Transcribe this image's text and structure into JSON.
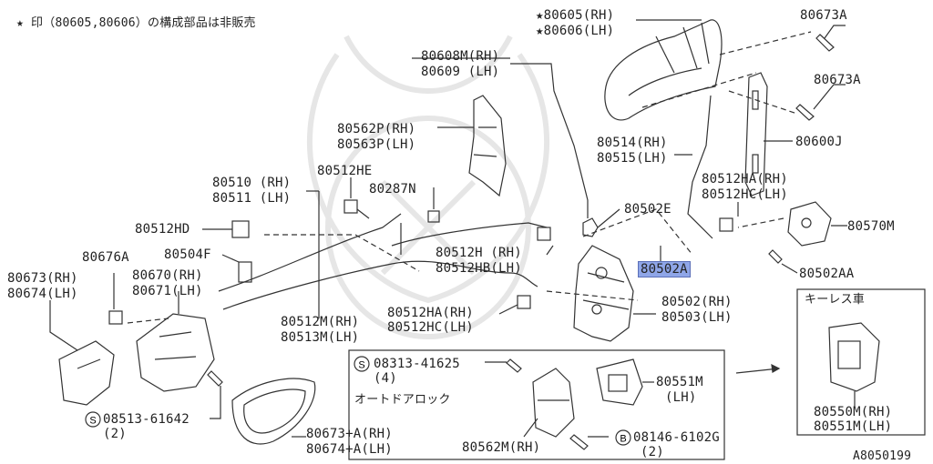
{
  "note": "★ 印（80605,80606）の構成部品は非販売",
  "labels": {
    "p80605": "★80605(RH)",
    "p80606": "★80606(LH)",
    "p80673A_1": "80673A",
    "p80673A_2": "80673A",
    "p80608M": "80608M(RH)",
    "p80609": "80609 (LH)",
    "p80562P": "80562P(RH)",
    "p80563P": "80563P(LH)",
    "p80514": "80514(RH)",
    "p80515": "80515(LH)",
    "p80600J": "80600J",
    "p80510": "80510 (RH)",
    "p80511": "80511 (LH)",
    "p80512HE": "80512HE",
    "p80287N": "80287N",
    "p80512HA_a": "80512HA(RH)",
    "p80512HC_a": "80512HC(LH)",
    "p80570M": "80570M",
    "p80512HD": "80512HD",
    "p80502E": "80502E",
    "p80504F": "80504F",
    "p80512H": "80512H (RH)",
    "p80512HB": "80512HB(LH)",
    "p80502A": "80502A",
    "p80502AA": "80502AA",
    "p80676A": "80676A",
    "p80673RH": "80673(RH)",
    "p80674LH": "80674(LH)",
    "p80670": "80670(RH)",
    "p80671": "80671(LH)",
    "p80502": "80502(RH)",
    "p80503": "80503(LH)",
    "p80512HA_b": "80512HA(RH)",
    "p80512HC_b": "80512HC(LH)",
    "p80512M": "80512M(RH)",
    "p80513M": "80513M(LH)",
    "s08313": "08313-41625",
    "s08313_qty": "(4)",
    "auto_lock": "オートドアロック",
    "p80551M_main": "80551M",
    "p80551M_lh": "(LH)",
    "s08513": "08513-61642",
    "s08513_qty": "(2)",
    "p80673A_RH": "80673+A(RH)",
    "p80674A_LH": "80674+A(LH)",
    "p80562M": "80562M(RH)",
    "b08146": "08146-6102G",
    "b08146_qty": "(2)",
    "keyless_title": "キーレス車",
    "p80550M": "80550M(RH)",
    "p80551M_k": "80551M(LH)",
    "figure_id": "A8050199"
  },
  "symbols": {
    "s": "S",
    "b": "B"
  },
  "colors": {
    "line": "#333333",
    "highlight": "#8fa6e8",
    "watermark": "#e6e6e6"
  }
}
